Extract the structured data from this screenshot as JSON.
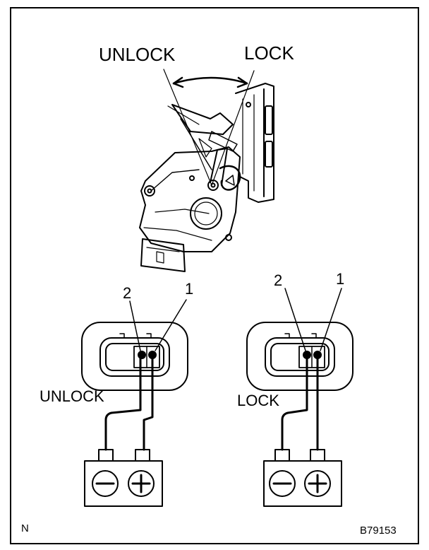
{
  "top": {
    "unlock_label": "UNLOCK",
    "lock_label": "LOCK"
  },
  "left_connector": {
    "pin2": "2",
    "pin1": "1",
    "state_label": "UNLOCK"
  },
  "right_connector": {
    "pin2": "2",
    "pin1": "1",
    "state_label": "LOCK"
  },
  "footer": {
    "corner_mark": "N",
    "figure_code": "B79153"
  },
  "icons": [
    "door-lock-actuator-icon",
    "connector-icon",
    "battery-icon",
    "minus-terminal-icon",
    "plus-terminal-icon"
  ]
}
